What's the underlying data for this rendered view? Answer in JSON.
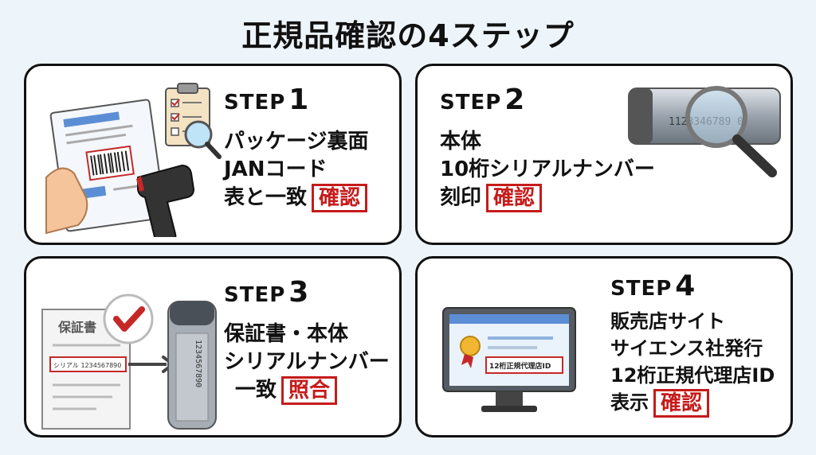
{
  "title": "正規品確認の4ステップ",
  "steps": [
    {
      "label": "STEP",
      "num": "1",
      "lines": [
        "パッケージ裏面",
        "JANコード",
        "表と一致"
      ],
      "stamp": "確認"
    },
    {
      "label": "STEP",
      "num": "2",
      "lines": [
        "本体",
        "10桁シリアルナンバー",
        "刻印"
      ],
      "stamp": "確認",
      "serial": "1123346789 0"
    },
    {
      "label": "STEP",
      "num": "3",
      "lines": [
        "保証書・本体",
        "シリアルナンバー",
        "一致"
      ],
      "stamp": "照合",
      "doc_title": "保証書",
      "doc_serial": "シリアル 1234567890",
      "device_serial": "1234567890"
    },
    {
      "label": "STEP",
      "num": "4",
      "lines": [
        "販売店サイト",
        "サイエンス社発行",
        "12桁正規代理店ID",
        "表示"
      ],
      "stamp": "確認",
      "screen_label": "12桁正規代理店ID"
    }
  ]
}
